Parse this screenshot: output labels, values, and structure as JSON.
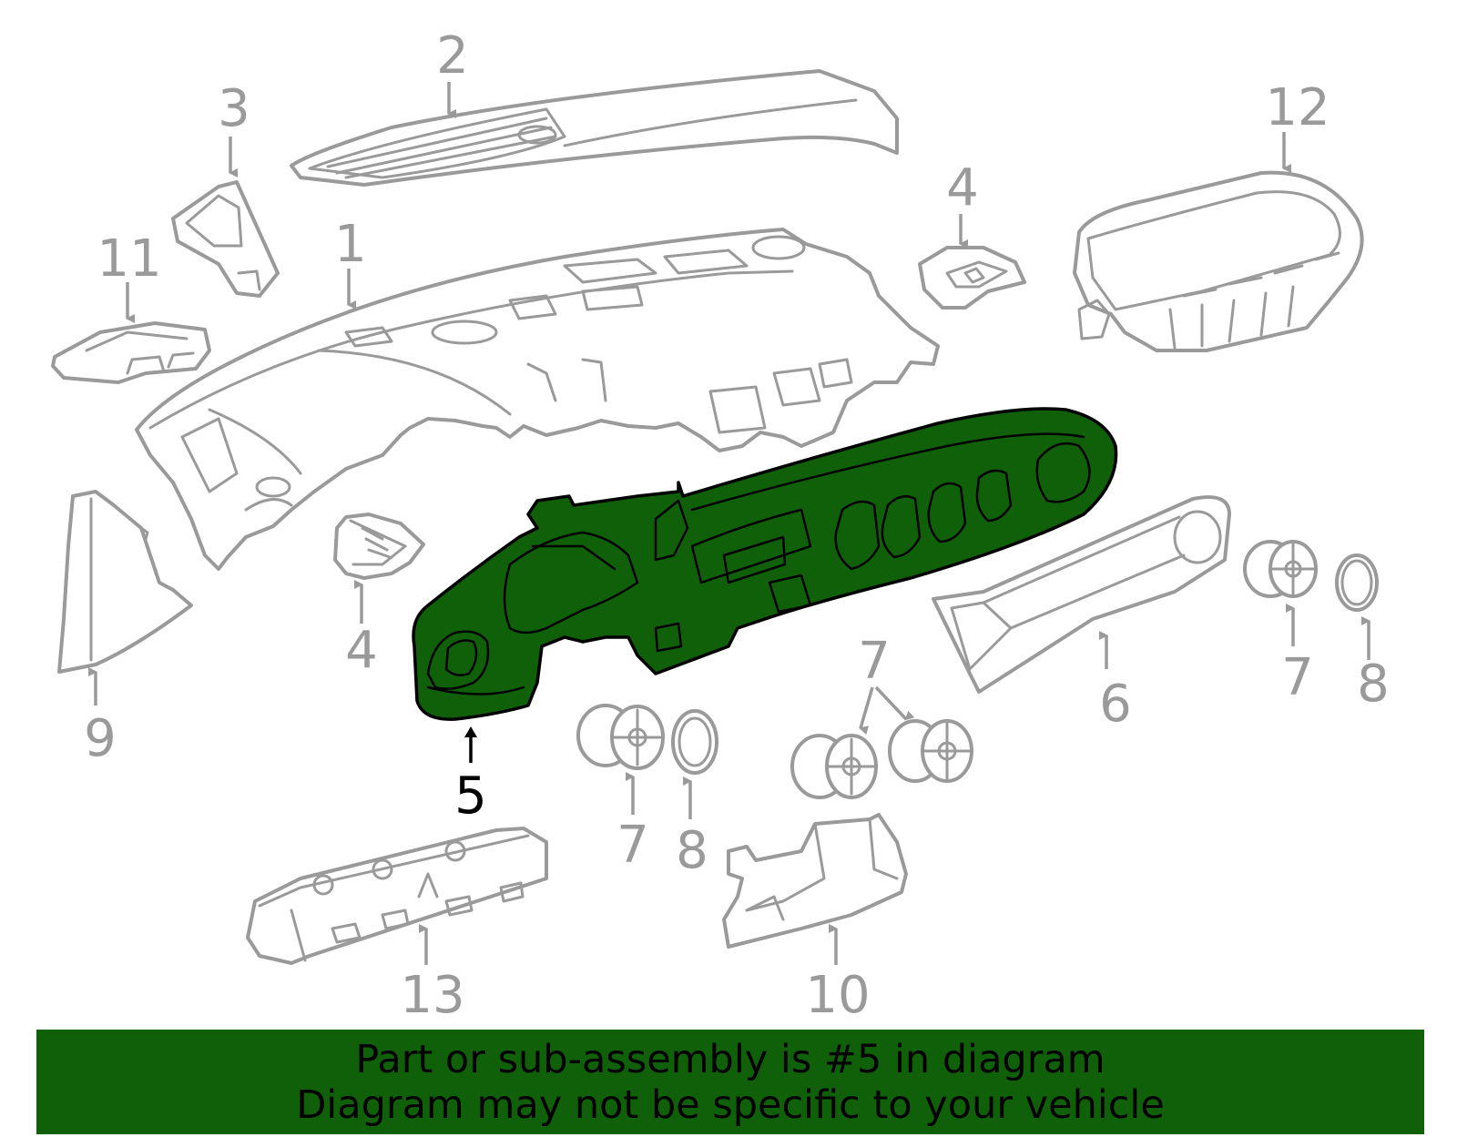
{
  "colors": {
    "highlight_fill": "#10600a",
    "outline": "#9a9a9a",
    "highlight_outline": "#000000",
    "banner_background": "#10600a"
  },
  "highlighted_part": "5",
  "callouts": {
    "c1": "1",
    "c2": "2",
    "c3": "3",
    "c4a": "4",
    "c4b": "4",
    "c5": "5",
    "c6": "6",
    "c7a": "7",
    "c7b": "7",
    "c7c": "7",
    "c8a": "8",
    "c8b": "8",
    "c9": "9",
    "c10": "10",
    "c11": "11",
    "c12": "12",
    "c13": "13"
  },
  "banner": {
    "line1": "Part or sub-assembly is #5 in diagram",
    "line2": "Diagram may not be specific to your vehicle"
  }
}
